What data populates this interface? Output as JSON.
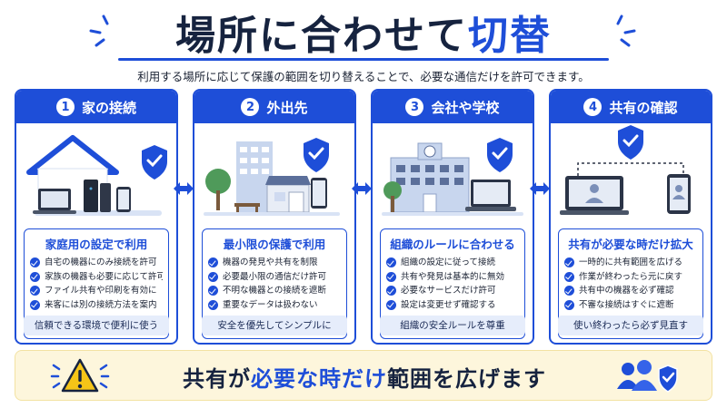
{
  "title": {
    "part1": "場所に合わせて",
    "part2": "切替"
  },
  "subtitle": "利用する場所に応じて保護の範囲を切り替えることで、必要な通信だけを許可できます。",
  "colors": {
    "primary": "#1e4ed8",
    "navy": "#16233f",
    "banner_bg": "#fdf6dc",
    "warning": "#f5c518"
  },
  "cards": [
    {
      "number": "1",
      "title": "家の接続",
      "illustration": "house-with-router-laptop-phone",
      "section_title": "家庭用の設定で利用",
      "items": [
        "自宅の機器にのみ接続を許可",
        "家族の機器も必要に応じて許可",
        "ファイル共有や印刷を有効に",
        "来客には別の接続方法を案内"
      ],
      "footer": "信頼できる環境で便利に使う"
    },
    {
      "number": "2",
      "title": "外出先",
      "illustration": "city-cafe-park-phone",
      "section_title": "最小限の保護で利用",
      "items": [
        "機器の発見や共有を制限",
        "必要最小限の通信だけ許可",
        "不明な機器との接続を遮断",
        "重要なデータは扱わない"
      ],
      "footer": "安全を優先してシンプルに"
    },
    {
      "number": "3",
      "title": "会社や学校",
      "illustration": "school-building-laptop",
      "section_title": "組織のルールに合わせる",
      "items": [
        "組織の設定に従って接続",
        "共有や発見は基本的に無効",
        "必要なサービスだけ許可",
        "設定は変更せず確認する"
      ],
      "footer": "組織の安全ルールを尊重"
    },
    {
      "number": "4",
      "title": "共有の確認",
      "illustration": "laptop-phone-shared-link",
      "section_title": "共有が必要な時だけ拡大",
      "items": [
        "一時的に共有範囲を広げる",
        "作業が終わったら元に戻す",
        "共有中の機器を必ず確認",
        "不審な接続はすぐに遮断"
      ],
      "footer": "使い終わったら必ず見直す"
    }
  ],
  "banner": {
    "part1": "共有が",
    "part2": "必要な時だけ",
    "part3": "範囲を広げます",
    "left_icon": "warning-icon",
    "right_icon": "users-shield-icon"
  }
}
